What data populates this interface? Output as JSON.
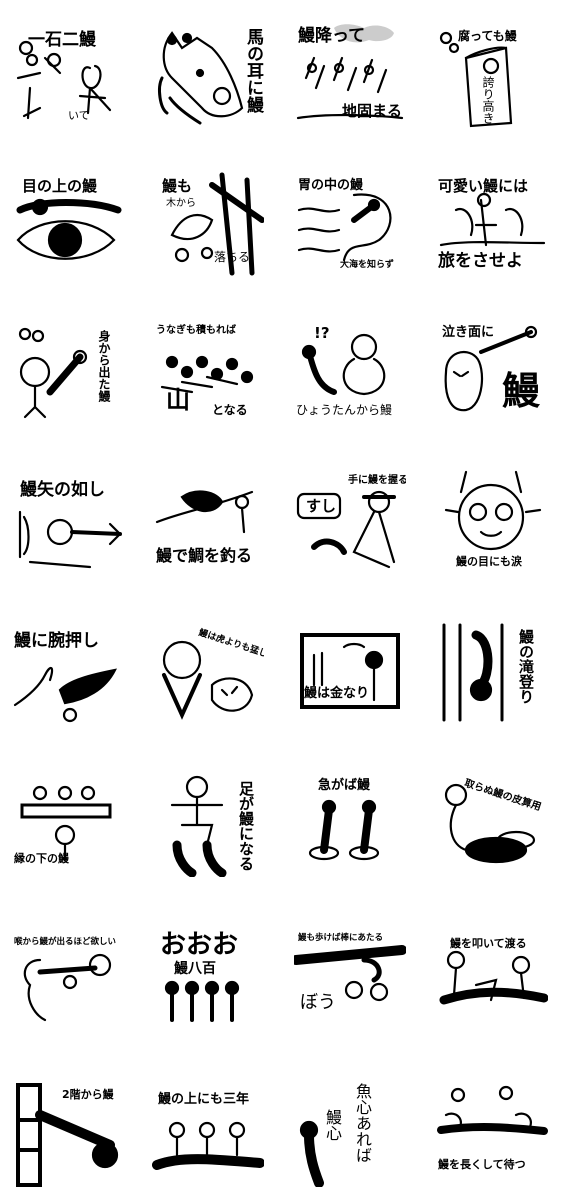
{
  "stickers": [
    {
      "id": "s1",
      "captions": [
        "一石二鰻",
        "いて"
      ],
      "icon": "eel-two-birds-stone"
    },
    {
      "id": "s2",
      "captions": [
        "馬の耳に鰻"
      ],
      "icon": "horse-eel"
    },
    {
      "id": "s3",
      "captions": [
        "鰻降って",
        "地固まる"
      ],
      "icon": "eel-rain"
    },
    {
      "id": "s4",
      "captions": [
        "腐っても鰻",
        "誇り高き"
      ],
      "icon": "rotten-eel-trophy"
    },
    {
      "id": "s5",
      "captions": [
        "目の上の鰻"
      ],
      "icon": "eye-eel"
    },
    {
      "id": "s6",
      "captions": [
        "鰻も",
        "木から",
        "落ちる"
      ],
      "icon": "eel-tree"
    },
    {
      "id": "s7",
      "captions": [
        "胃の中の鰻",
        "大海を知らず"
      ],
      "icon": "eel-stomach"
    },
    {
      "id": "s8",
      "captions": [
        "可愛い鰻には",
        "旅をさせよ"
      ],
      "icon": "eel-travel"
    },
    {
      "id": "s9",
      "captions": [
        "身から出た鰻"
      ],
      "icon": "eel-from-body"
    },
    {
      "id": "s10",
      "captions": [
        "うなぎも積もれば",
        "山",
        "となる"
      ],
      "icon": "eel-mountain"
    },
    {
      "id": "s11",
      "captions": [
        "ひょうたんから鰻",
        "!?"
      ],
      "icon": "gourd-eel"
    },
    {
      "id": "s12",
      "captions": [
        "泣き面に",
        "鰻"
      ],
      "icon": "crying-eel"
    },
    {
      "id": "s13",
      "captions": [
        "鰻矢の如し"
      ],
      "icon": "eel-arrow"
    },
    {
      "id": "s14",
      "captions": [
        "鰻で鯛を釣る"
      ],
      "icon": "eel-fishing"
    },
    {
      "id": "s15",
      "captions": [
        "手に鰻を握る",
        "すし"
      ],
      "icon": "sushi-chef"
    },
    {
      "id": "s16",
      "captions": [
        "鰻の目にも涙"
      ],
      "icon": "eel-tears"
    },
    {
      "id": "s17",
      "captions": [
        "鰻に腕押し"
      ],
      "icon": "eel-arm-push"
    },
    {
      "id": "s18",
      "captions": [
        "鰻は虎よりも猛し"
      ],
      "icon": "eel-tiger"
    },
    {
      "id": "s19",
      "captions": [
        "鰻は金なり"
      ],
      "icon": "eel-gold"
    },
    {
      "id": "s20",
      "captions": [
        "鰻の滝登り"
      ],
      "icon": "eel-waterfall"
    },
    {
      "id": "s21",
      "captions": [
        "縁の下の鰻"
      ],
      "icon": "eel-under-floor"
    },
    {
      "id": "s22",
      "captions": [
        "足が鰻になる"
      ],
      "icon": "eel-legs"
    },
    {
      "id": "s23",
      "captions": [
        "急がば鰻"
      ],
      "icon": "hurry-eels"
    },
    {
      "id": "s24",
      "captions": [
        "取らぬ鰻の皮算用"
      ],
      "icon": "eel-counting"
    },
    {
      "id": "s25",
      "captions": [
        "喉から鰻が出るほど欲しい"
      ],
      "icon": "eel-throat"
    },
    {
      "id": "s26",
      "captions": [
        "鰻八百",
        "おおお"
      ],
      "icon": "eel-eight-hundred"
    },
    {
      "id": "s27",
      "captions": [
        "鰻も歩けば棒にあたる",
        "ぼう"
      ],
      "icon": "eel-stick"
    },
    {
      "id": "s28",
      "captions": [
        "鰻を叩いて渡る"
      ],
      "icon": "eel-bridge"
    },
    {
      "id": "s29",
      "captions": [
        "2階から鰻"
      ],
      "icon": "eel-second-floor"
    },
    {
      "id": "s30",
      "captions": [
        "鰻の上にも三年"
      ],
      "icon": "eel-three-years"
    },
    {
      "id": "s31",
      "captions": [
        "魚心あれば",
        "鰻心"
      ],
      "icon": "fish-heart"
    },
    {
      "id": "s32",
      "captions": [
        "鰻を長くして待つ"
      ],
      "icon": "long-eel"
    }
  ]
}
